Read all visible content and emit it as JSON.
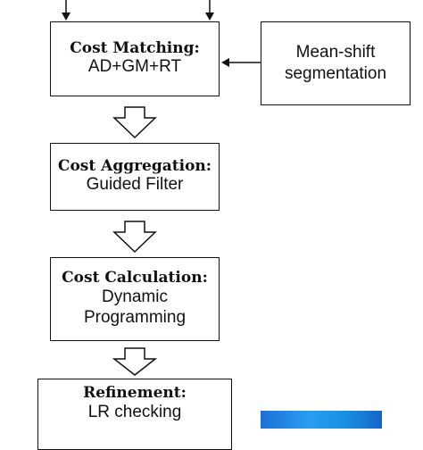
{
  "nodes": {
    "cost_matching": {
      "title": "Cost Matching:",
      "body": "AD+GM+RT"
    },
    "mean_shift": {
      "line1": "Mean-shift",
      "line2": "segmentation"
    },
    "cost_aggregation": {
      "title": "Cost Aggregation:",
      "body": "Guided Filter"
    },
    "cost_calculation": {
      "title": "Cost Calculation:",
      "line1": "Dynamic",
      "line2": "Programming"
    },
    "refinement": {
      "title": "Refinement:",
      "body": "LR checking"
    }
  },
  "colors": {
    "stroke": "#111111",
    "blue_image": "#1e86e6"
  }
}
